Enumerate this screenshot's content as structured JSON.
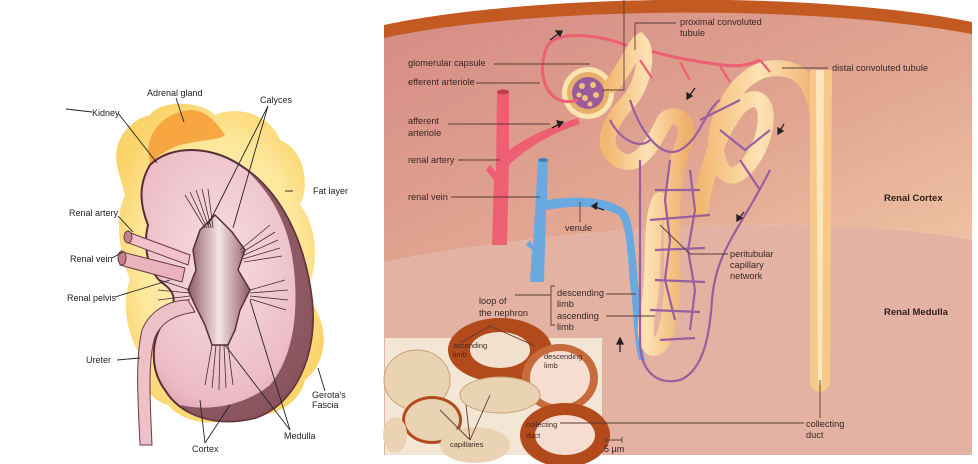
{
  "left_panel": {
    "title": "Kidney cross-section",
    "labels": {
      "adrenal_gland": "Adrenal gland",
      "calyces": "Calyces",
      "kidney": "Kidney",
      "fat_layer": "Fat layer",
      "renal_artery": "Renal artery",
      "renal_vein": "Renal vein",
      "renal_pelvis": "Renal pelvis",
      "ureter": "Ureter",
      "gerotas_fascia_1": "Gerota's",
      "gerotas_fascia_2": "Fascia",
      "medulla": "Medulla",
      "cortex": "Cortex"
    }
  },
  "right_panel": {
    "title": "Nephron and blood supply",
    "labels": {
      "proximal_1": "proximal convoluted",
      "proximal_2": "tubule",
      "glomerular_capsule": "glomerular capsule",
      "efferent_arteriole": "efferent arteriole",
      "afferent_1": "afferent",
      "afferent_2": "arteriole",
      "renal_artery": "renal artery",
      "renal_vein": "renal vein",
      "venule": "venule",
      "distal": "distal convoluted tubule",
      "renal_cortex": "Renal Cortex",
      "renal_medulla": "Renal Medulla",
      "peritubular_1": "peritubular",
      "peritubular_2": "capillary",
      "peritubular_3": "network",
      "loop_1": "loop of",
      "loop_2": "the nephron",
      "descending_1": "descending",
      "descending_2": "limb",
      "ascending_1": "ascending",
      "ascending_2": "limb",
      "collecting_1": "collecting",
      "collecting_2": "duct"
    },
    "micrograph": {
      "ascending_1": "ascending",
      "ascending_2": "limb",
      "descending_1": "descending",
      "descending_2": "limb",
      "collecting_1": "collecting",
      "collecting_2": "duct",
      "capillaries": "capillaries",
      "scale": "5 µm"
    }
  },
  "colors": {
    "cortex_bg": "#d9958a",
    "medulla_bg": "#e2b1a2",
    "capsule_rim": "#c1551f",
    "artery": "#ee5f74",
    "vein": "#6aa9e0",
    "capillary": "#9a5f9e",
    "tubule": "#f6cf92",
    "kidney_pink": "#f1c6cf",
    "kidney_outline": "#6b3a44",
    "fat": "#fde17a",
    "adrenal": "#f7a13b",
    "stain": "#b24a1c"
  }
}
